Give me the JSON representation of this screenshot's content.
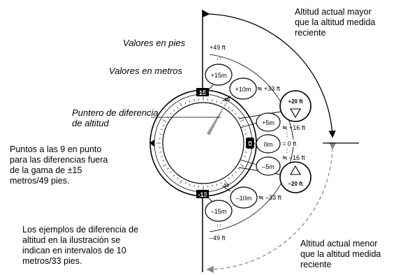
{
  "labels": {
    "feet_values": "Valores en pies",
    "meter_values": "Valores en metros",
    "pointer_label": "Puntero de diferencia\nde altitud",
    "nine_oclock_note": "Puntos a las 9 en punto\npara las diferencias fuera\nde la gama de ±15\nmetros/49 pies.",
    "examples_note": "Los ejemplos de diferencia de\naltitud en la ilustración se\nindican en intervalos de 10\nmetros/33 pies.",
    "higher_note": "Altitud actual mayor\nque la altitud medida\nreciente",
    "lower_note": "Altitud actual menor\nque la altitud medida\nreciente"
  },
  "dial": {
    "top_mark": "15",
    "bottom_mark": "-15",
    "right_mark": "0",
    "upper_small": "10",
    "lower_small": "10"
  },
  "scale": {
    "top_ft": "+49 ft",
    "top_arrow": "↓↑",
    "bottom_ft": "–49 ft",
    "bottom_arrow": "↓↑",
    "m_plus15": "+15m",
    "m_plus10": "+10m",
    "ft_plus33": "≒ +33 ft",
    "m_plus5": "+5m",
    "ft_plus16": "≒ +16 ft",
    "m_zero": "0m",
    "ft_zero": "= 0 ft",
    "m_minus5": "–5m",
    "ft_minus16": "≒ –16 ft",
    "m_minus10": "–10m",
    "ft_minus33": "≒ –33 ft",
    "m_minus15": "–15m",
    "display_plus20": "+20 ft",
    "display_minus20": "–20 ft"
  },
  "colors": {
    "line": "#000000",
    "dashed_arrow": "#888888",
    "pointer": "#999999"
  }
}
